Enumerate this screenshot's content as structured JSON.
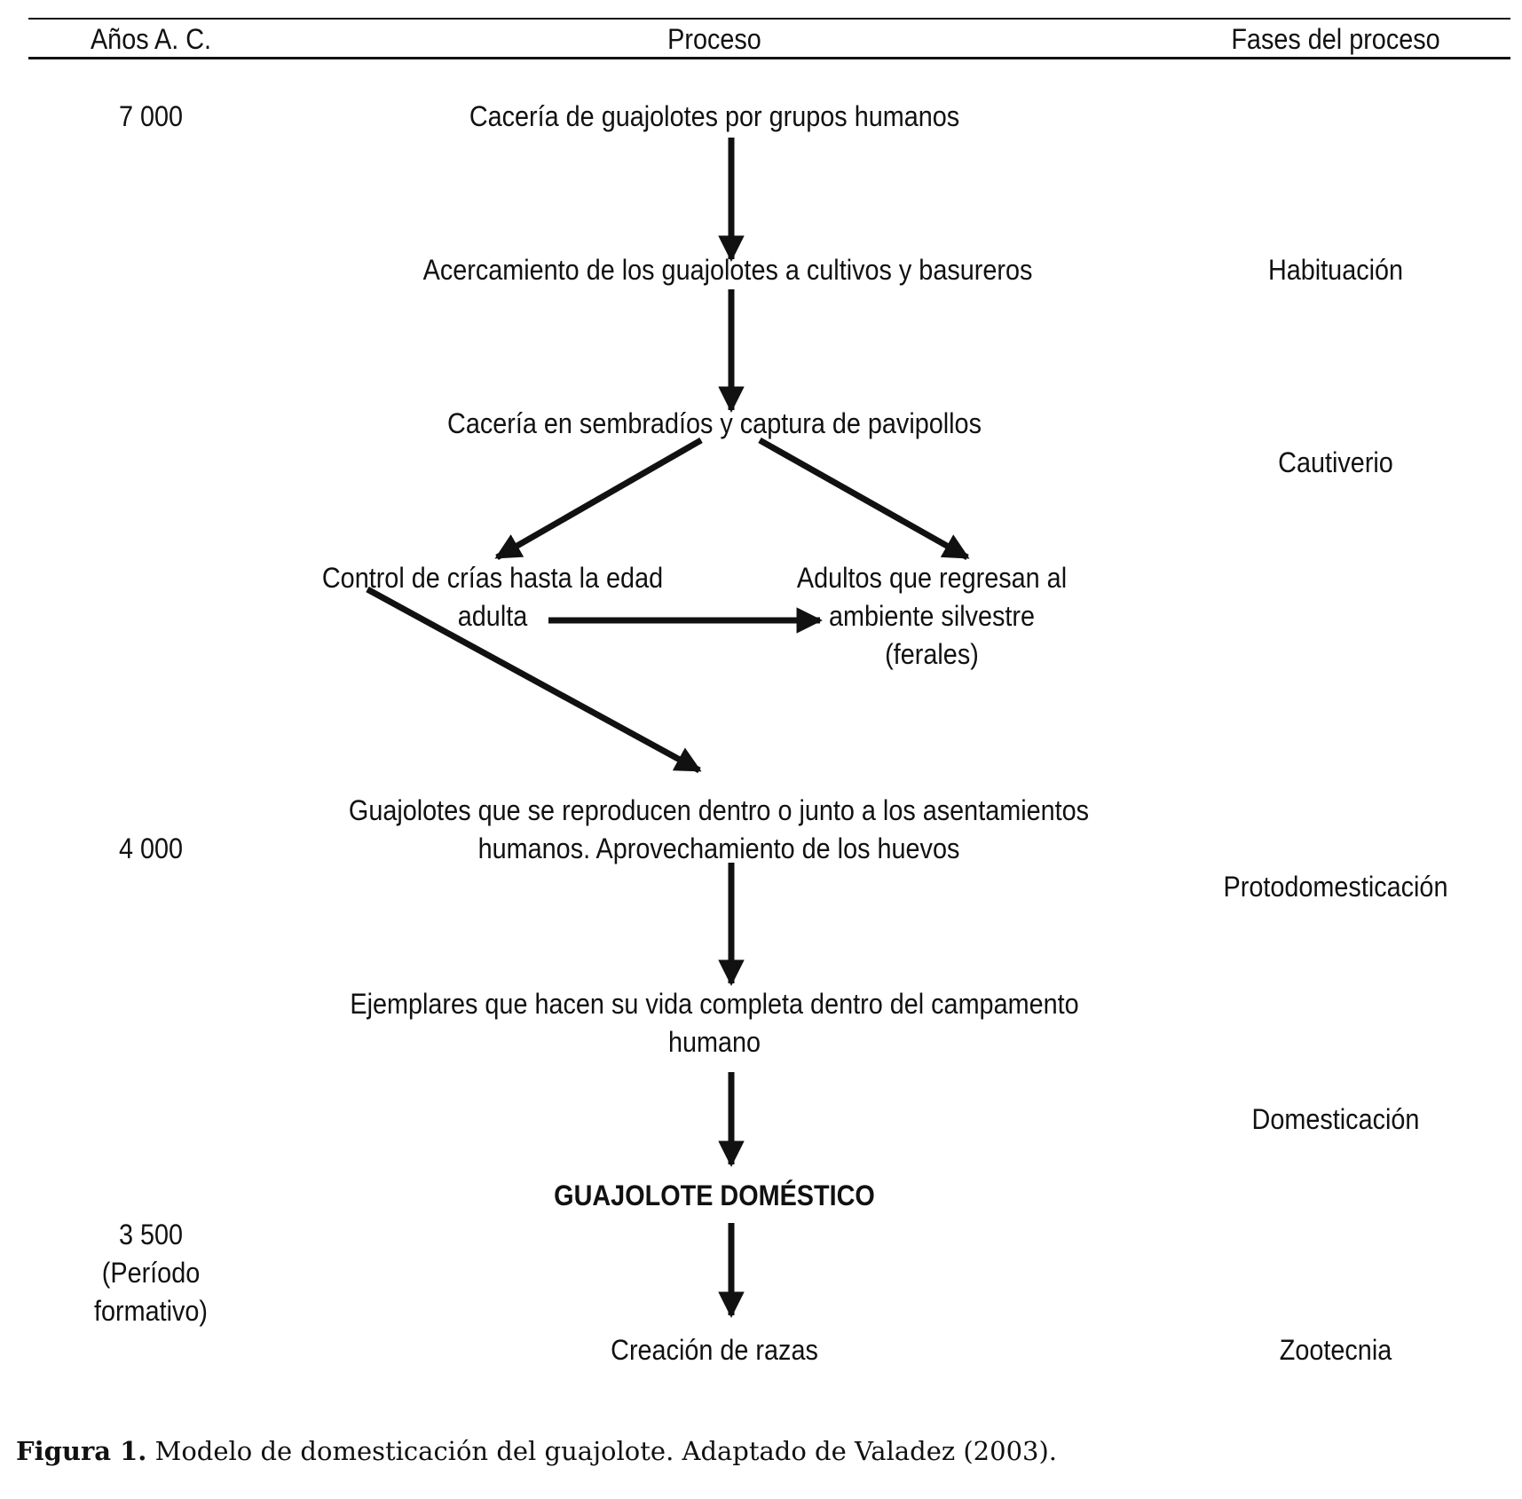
{
  "header": {
    "years": "Años A. C.",
    "process": "Proceso",
    "phases": "Fases del proceso"
  },
  "years": {
    "y7000": "7 000",
    "y4000": "4 000",
    "y3500": [
      "3 500",
      "(Período",
      "formativo)"
    ]
  },
  "process": {
    "hunting": "Cacería de guajolotes por grupos humanos",
    "approach": "Acercamiento de los guajolotes a cultivos y basureros",
    "capture": "Cacería en sembradíos y captura de pavipollos",
    "control": [
      "Control de crías hasta la edad",
      "adulta"
    ],
    "feral": [
      "Adultos que regresan al",
      "ambiente silvestre",
      "(ferales)"
    ],
    "reproduce": [
      "Guajolotes que se reproducen dentro o junto a los asentamientos",
      "humanos. Aprovechamiento de los huevos"
    ],
    "camp": [
      "Ejemplares que hacen su vida completa dentro del campamento",
      "humano"
    ],
    "domestic": "GUAJOLOTE DOMÉSTICO",
    "breeds": "Creación de razas"
  },
  "phases": {
    "habituation": "Habituación",
    "captivity": "Cautiverio",
    "protodomestication": "Protodomesticación",
    "domestication": "Domesticación",
    "zootechnics": "Zootecnia"
  },
  "caption": {
    "label": "Figura 1.",
    "text": " Modelo de domesticación del guajolote. Adaptado de Valadez (2003)."
  }
}
